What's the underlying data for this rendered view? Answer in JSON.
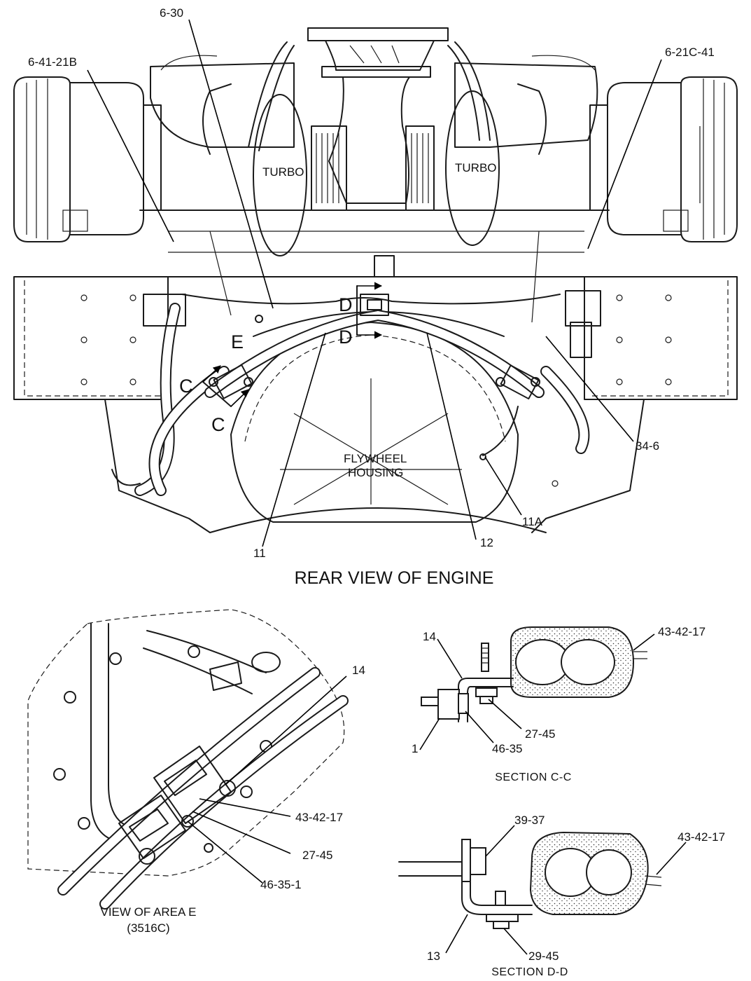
{
  "rear_view": {
    "caption": "REAR VIEW OF ENGINE",
    "turbo_left": "TURBO",
    "turbo_right": "TURBO",
    "flywheel_line1": "FLYWHEEL",
    "flywheel_line2": "HOUSING",
    "section_letters": {
      "d_top": "D",
      "d_bottom": "D",
      "c_top": "C",
      "c_bottom": "C",
      "e": "E"
    },
    "callouts": {
      "c_6_30": "6-30",
      "c_6_41_21b": "6-41-21B",
      "c_6_21c_41": "6-21C-41",
      "c_34_6": "34-6",
      "c_11a": "11A",
      "c_12": "12",
      "c_11": "11"
    }
  },
  "view_e": {
    "caption_line1": "VIEW OF AREA E",
    "caption_line2": "(3516C)",
    "callouts": {
      "c_14": "14",
      "c_43_42_17": "43-42-17",
      "c_27_45": "27-45",
      "c_46_35_1": "46-35-1"
    }
  },
  "section_cc": {
    "caption": "SECTION  C-C",
    "callouts": {
      "c_14": "14",
      "c_43_42_17": "43-42-17",
      "c_27_45": "27-45",
      "c_46_35": "46-35",
      "c_1": "1"
    }
  },
  "section_dd": {
    "caption": "SECTION  D-D",
    "callouts": {
      "c_39_37": "39-37",
      "c_43_42_17": "43-42-17",
      "c_13": "13",
      "c_29_45": "29-45"
    }
  }
}
